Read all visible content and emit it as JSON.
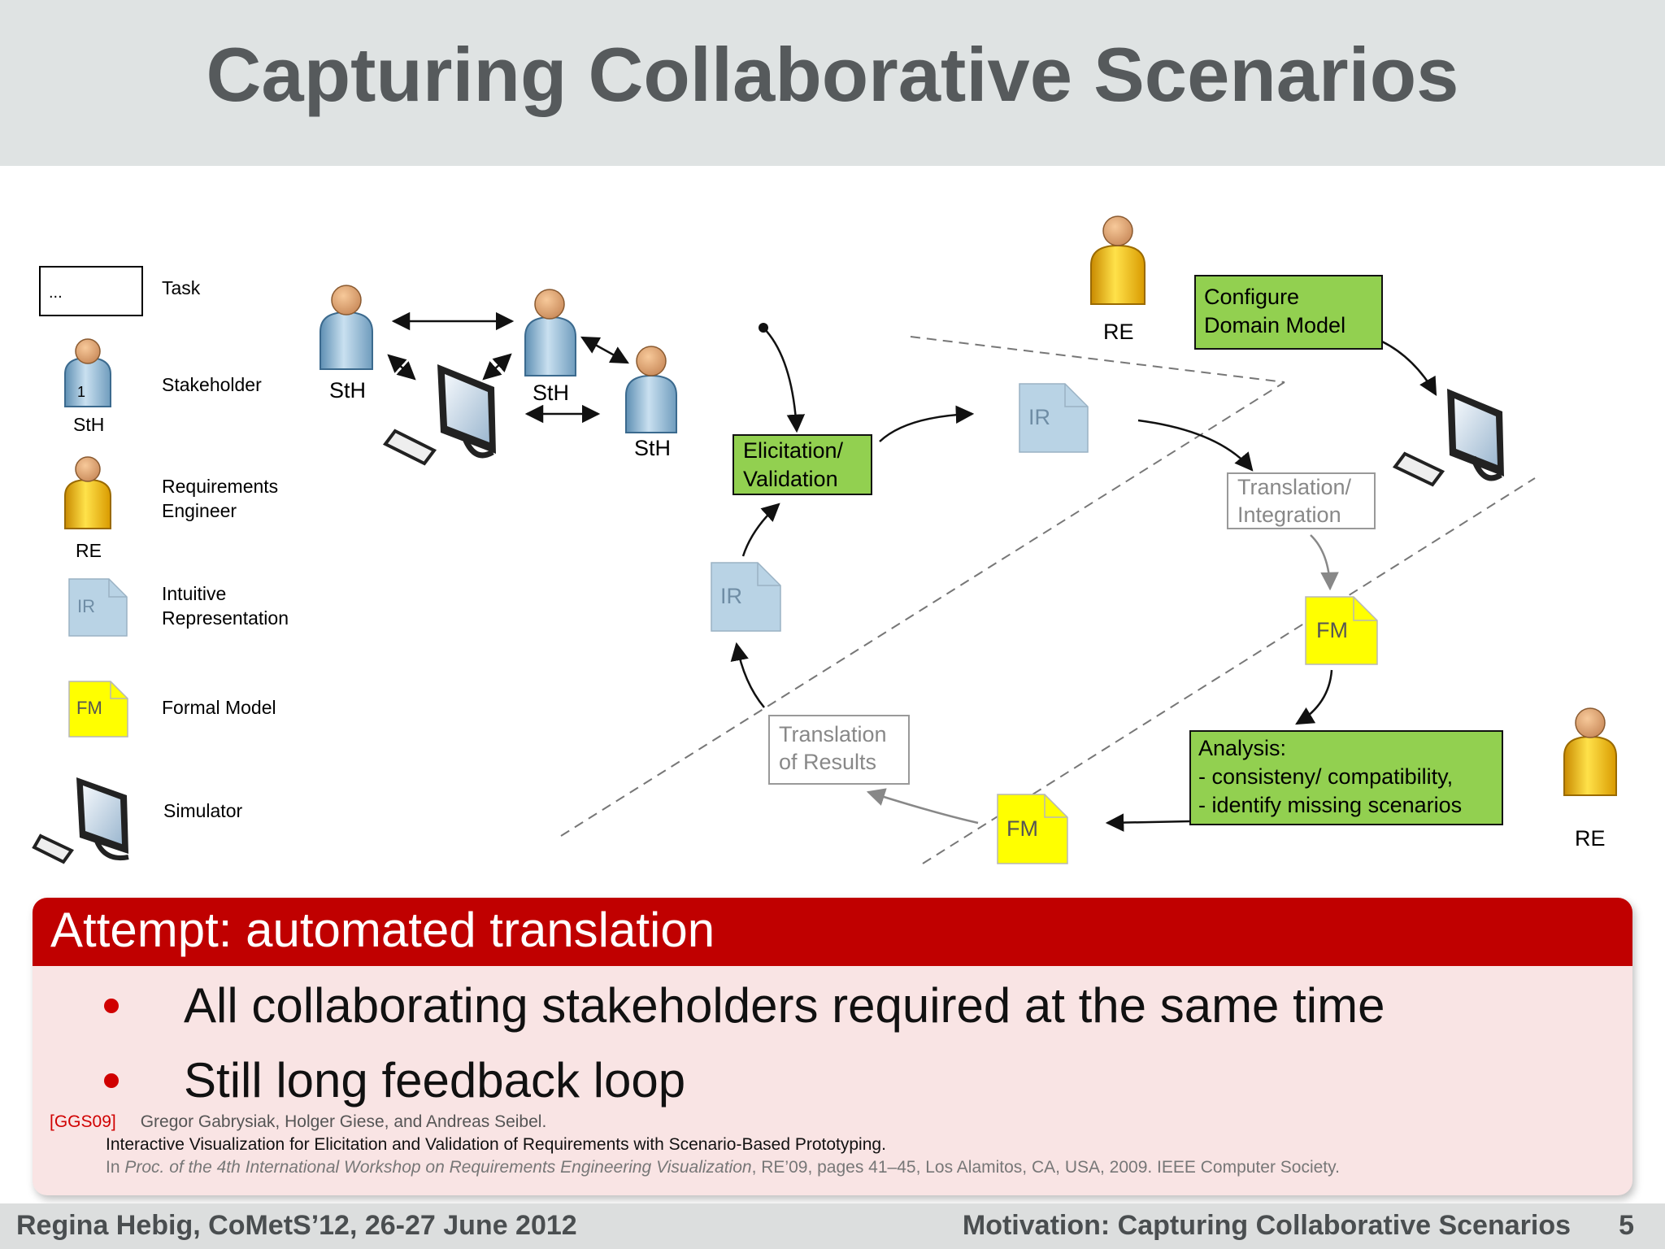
{
  "slide": {
    "title": "Capturing Collaborative Scenarios"
  },
  "legend": {
    "task_box": "...",
    "task": "Task",
    "stakeholder_number": "1",
    "stakeholder_abbr": "StH",
    "stakeholder": "Stakeholder",
    "re_line1": "Requirements",
    "re_line2": "Engineer",
    "re_abbr": "RE",
    "ir_abbr": "IR",
    "ir_line1": "Intuitive",
    "ir_line2": "Representation",
    "fm_abbr": "FM",
    "fm": "Formal Model",
    "simulator": "Simulator"
  },
  "diagram": {
    "sth1": "StH",
    "sth2": "StH",
    "sth3": "StH",
    "re_top": "RE",
    "re_right": "RE",
    "configure_line1": "Configure",
    "configure_line2": "Domain Model",
    "elicitation_line1": "Elicitation/",
    "elicitation_line2": "Validation",
    "ir_top": "IR",
    "ir_left": "IR",
    "translation_int_line1": "Translation/",
    "translation_int_line2": "Integration",
    "fm_right": "FM",
    "fm_bottom": "FM",
    "analysis_line1": "Analysis:",
    "analysis_line2": "- consisteny/ compatibility,",
    "analysis_line3": "- identify missing scenarios",
    "translation_res_line1": "Translation",
    "translation_res_line2": "of Results"
  },
  "block": {
    "heading": "Attempt: automated translation",
    "bullets": [
      "All collaborating stakeholders required at the same time",
      "Still long feedback loop"
    ],
    "ref_tag": "[GGS09]",
    "ref_authors": "Gregor Gabrysiak, Holger Giese, and Andreas Seibel.",
    "ref_title": "Interactive Visualization for Elicitation and Validation of Requirements with Scenario-Based Prototyping.",
    "ref_in": "In ",
    "ref_venue": "Proc. of the 4th International Workshop on Requirements Engineering Visualization",
    "ref_rest": ", RE’09, pages 41–45, Los Alamitos, CA, USA, 2009. IEEE Computer Society."
  },
  "footer": {
    "left": "Regina Hebig,  CoMetS’12,  26-27 June 2012",
    "right": "Motivation: Capturing Collaborative Scenarios",
    "page": "5"
  },
  "colors": {
    "header_bg": "#dfe3e3",
    "title": "#565a5c",
    "green_box": "#92d050",
    "ir_blue": "#b9d3e5",
    "fm_yellow": "#ffff00",
    "block_red": "#c00000",
    "block_bg": "#f9e4e4"
  }
}
